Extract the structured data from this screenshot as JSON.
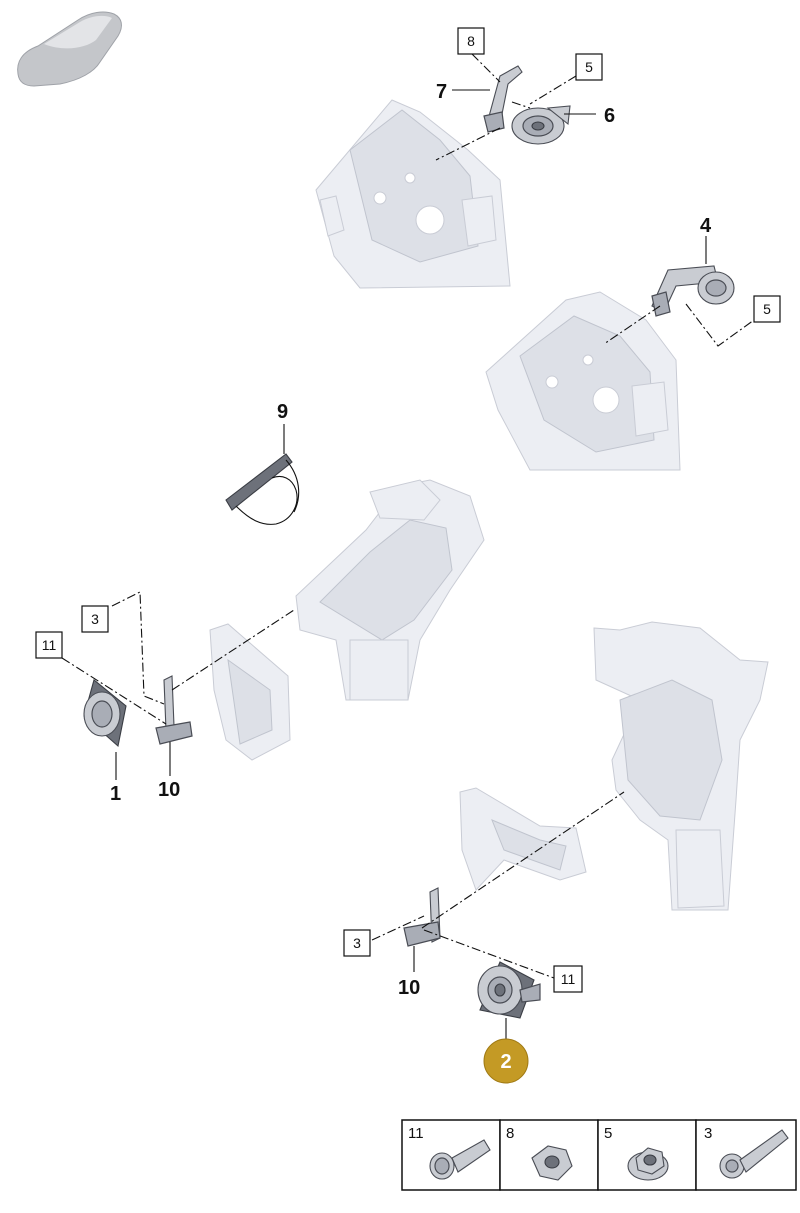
{
  "colors": {
    "highlight_badge": "#c49a25",
    "line": "#111111",
    "body_shell": "#eceef3",
    "part_metal": "#a9adb6"
  },
  "icons": {
    "vehicle": "car-silhouette-icon"
  },
  "callouts": {
    "part_1": "1",
    "part_2": "2",
    "part_4": "4",
    "part_6": "6",
    "part_7": "7",
    "part_9": "9",
    "part_10_left": "10",
    "part_10_right": "10"
  },
  "boxed_refs": {
    "ref_8_top": "8",
    "ref_5_top": "5",
    "ref_5_mid": "5",
    "ref_3_left": "3",
    "ref_11_left": "11",
    "ref_3_bottom": "3",
    "ref_11_bottom": "11"
  },
  "highlighted_part": "2",
  "hardware_legend": [
    {
      "number": "11",
      "icon": "flange-bolt-icon"
    },
    {
      "number": "8",
      "icon": "hex-nut-icon"
    },
    {
      "number": "5",
      "icon": "flange-nut-icon"
    },
    {
      "number": "3",
      "icon": "screw-icon"
    }
  ]
}
